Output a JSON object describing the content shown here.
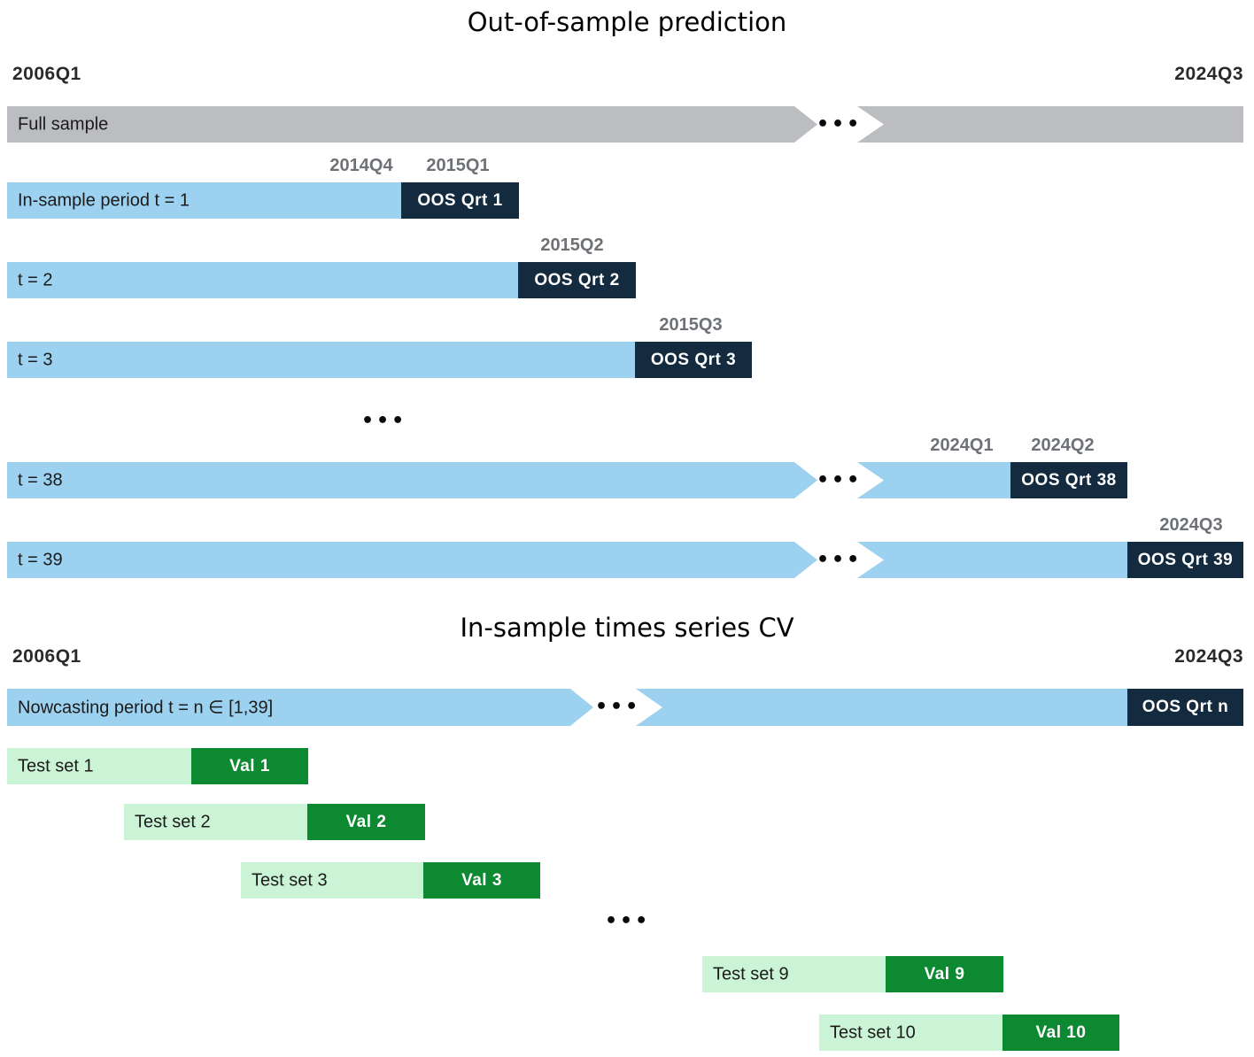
{
  "colors": {
    "full_sample_bar": "#BBBDC0",
    "in_sample_bar": "#9CD1F0",
    "oos_box": "#132A3F",
    "test_set_bar": "#CBF4D6",
    "val_box": "#0D8A31",
    "quarter_label": "#6E7276",
    "endpoint_label": "#2a2a2a"
  },
  "ellipsis": "•••",
  "top": {
    "title": "Out-of-sample prediction",
    "start_label": "2006Q1",
    "end_label": "2024Q3",
    "full_label": "Full sample",
    "rows": [
      {
        "label": "In-sample period t = 1",
        "oos": "OOS Qrt 1",
        "q_left": "2014Q4",
        "q_right": "2015Q1"
      },
      {
        "label": "t = 2",
        "oos": "OOS Qrt 2",
        "q_right": "2015Q2"
      },
      {
        "label": "t = 3",
        "oos": "OOS Qrt 3",
        "q_right": "2015Q3"
      },
      {
        "label": "t = 38",
        "oos": "OOS Qrt 38",
        "q_left": "2024Q1",
        "q_right": "2024Q2"
      },
      {
        "label": "t = 39",
        "oos": "OOS Qrt 39",
        "q_right": "2024Q3"
      }
    ]
  },
  "bottom": {
    "title": "In-sample times series CV",
    "start_label": "2006Q1",
    "end_label": "2024Q3",
    "nowcast_label": "Nowcasting period t = n ∈ [1,39]",
    "nowcast_oos": "OOS Qrt n",
    "test_rows": [
      {
        "label": "Test set 1",
        "val": "Val 1"
      },
      {
        "label": "Test set 2",
        "val": "Val 2"
      },
      {
        "label": "Test set 3",
        "val": "Val 3"
      },
      {
        "label": "Test set 9",
        "val": "Val 9"
      },
      {
        "label": "Test set 10",
        "val": "Val 10"
      }
    ]
  }
}
